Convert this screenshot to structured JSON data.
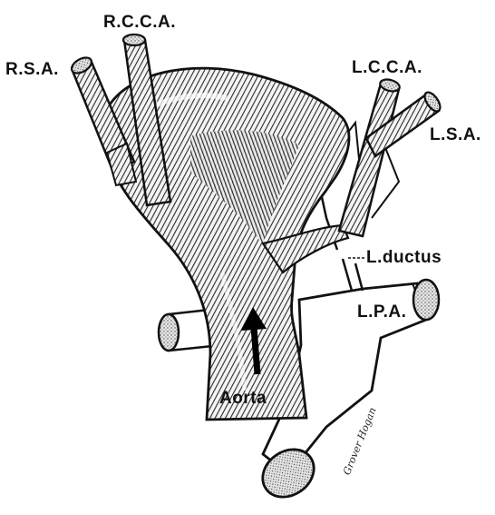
{
  "labels": {
    "rsa": "R.S.A.",
    "rcca": "R.C.C.A.",
    "lcca": "L.C.C.A.",
    "lsa": "L.S.A.",
    "ductus": "L.ductus",
    "lpa": "L.P.A.",
    "aorta": "Aorta"
  },
  "signature": "Grover Hogan"
}
